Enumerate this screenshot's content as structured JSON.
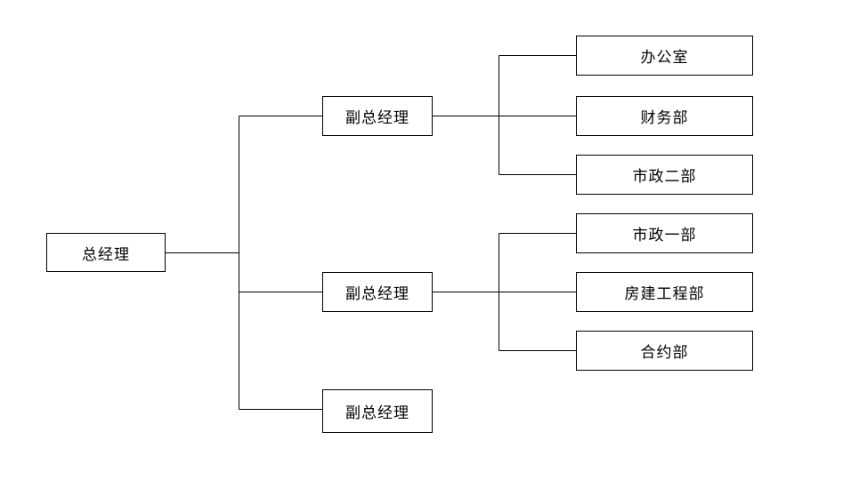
{
  "diagram": {
    "type": "org-chart",
    "line_color": "#000000",
    "root": {
      "label": "总经理",
      "children": [
        {
          "label": "副总经理",
          "children": [
            {
              "label": "办公室"
            },
            {
              "label": "财务部"
            },
            {
              "label": "市政二部"
            }
          ]
        },
        {
          "label": "副总经理",
          "children": [
            {
              "label": "市政一部"
            },
            {
              "label": "房建工程部"
            },
            {
              "label": "合约部"
            }
          ]
        },
        {
          "label": "副总经理",
          "children": []
        }
      ]
    }
  }
}
